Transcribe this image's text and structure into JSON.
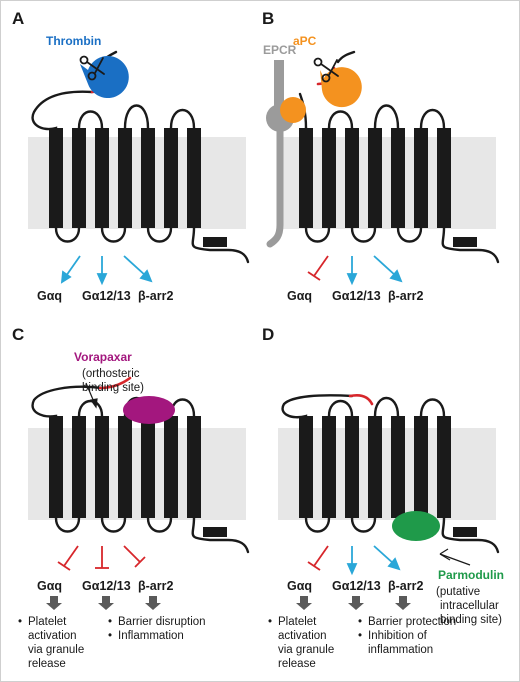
{
  "panels": {
    "A": {
      "label": "A",
      "ligand": "Thrombin",
      "g_labels": [
        "Gαq",
        "Gα12/13",
        "β-arr2"
      ]
    },
    "B": {
      "label": "B",
      "ligand": "aPC",
      "coreceptor": "EPCR",
      "g_labels": [
        "Gαq",
        "Gα12/13",
        "β-arr2"
      ]
    },
    "C": {
      "label": "C",
      "ligand": "Vorapaxar",
      "site_line1": "(orthosteric",
      "site_line2": "binding site)",
      "g_labels": [
        "Gαq",
        "Gα12/13",
        "β-arr2"
      ],
      "outcome_left": [
        "Platelet",
        "activation",
        "via granule",
        "release"
      ],
      "outcome_right": [
        "Barrier disruption",
        "Inflammation"
      ]
    },
    "D": {
      "label": "D",
      "ligand": "Parmodulin",
      "site_line1": "(putative",
      "site_line2": "intracellular",
      "site_line3": "binding site)",
      "g_labels": [
        "Gαq",
        "Gα12/13",
        "β-arr2"
      ],
      "outcome_left": [
        "Platelet",
        "activation",
        "via granule",
        "release"
      ],
      "outcome_right": [
        "Barrier protection",
        "Inhibition of",
        "inflammation"
      ]
    }
  },
  "icons": [
    "scissors-icon"
  ],
  "colors": {
    "thrombin": "#1a6fc4",
    "apc": "#f4921f",
    "epcr": "#9b9b9b",
    "vorapaxar": "#a3177e",
    "parmodulin": "#1f9a4a",
    "activation_arrow": "#2aa7d8",
    "inhibition": "#d7262b",
    "tether": "#d7262b",
    "membrane": "#e7e7e7",
    "helix": "#1a1a1a",
    "outcome_arrow": "#5a5a5a"
  }
}
